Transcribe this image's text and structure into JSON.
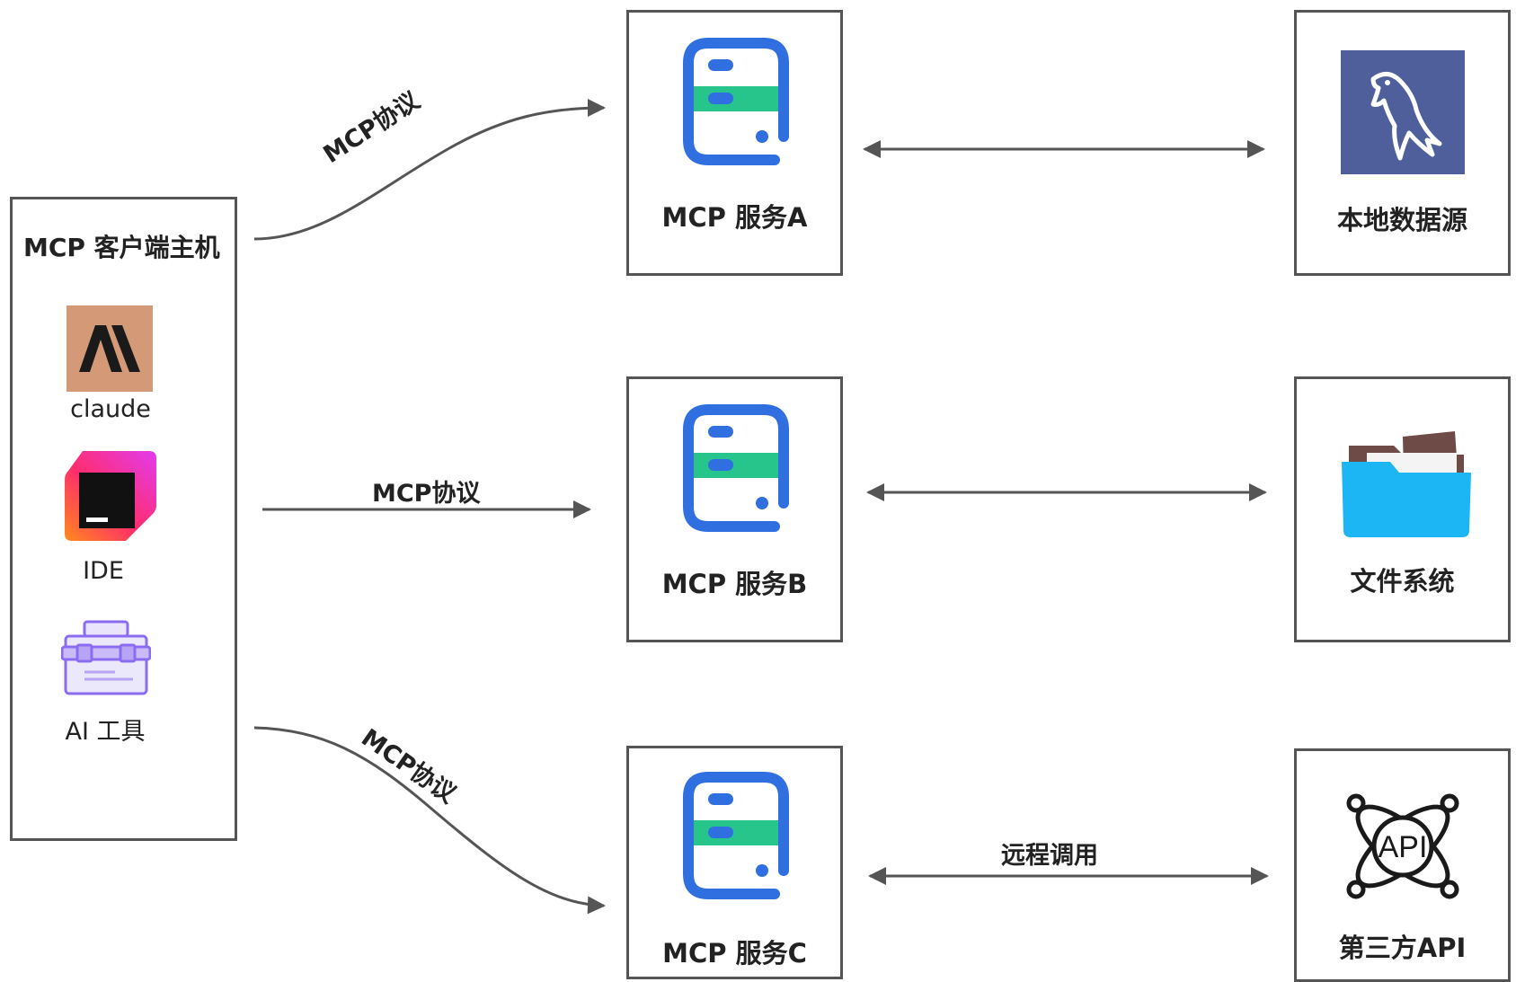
{
  "client": {
    "title": "MCP 客户端主机",
    "apps": [
      {
        "label": "claude",
        "icon": "anthropic-icon"
      },
      {
        "label": "IDE",
        "icon": "jetbrains-icon"
      },
      {
        "label": "AI 工具",
        "icon": "toolbox-icon"
      }
    ]
  },
  "edges": {
    "protocol_a": "MCP协议",
    "protocol_b": "MCP协议",
    "protocol_c": "MCP协议",
    "remote_call": "远程调用"
  },
  "servers": [
    {
      "label": "MCP 服务A",
      "icon": "server-icon"
    },
    {
      "label": "MCP 服务B",
      "icon": "server-icon"
    },
    {
      "label": "MCP 服务C",
      "icon": "server-icon"
    }
  ],
  "resources": [
    {
      "label": "本地数据源",
      "icon": "mysql-dolphin-icon"
    },
    {
      "label": "文件系统",
      "icon": "folder-icon"
    },
    {
      "label": "第三方API",
      "icon": "api-icon"
    }
  ],
  "colors": {
    "border": "#555555",
    "server_blue": "#2f6fe0",
    "server_green": "#27c48c",
    "mysql_bg": "#4f5f9c",
    "folder_blue": "#1cb6f5",
    "claude_bg": "#d49a77"
  }
}
